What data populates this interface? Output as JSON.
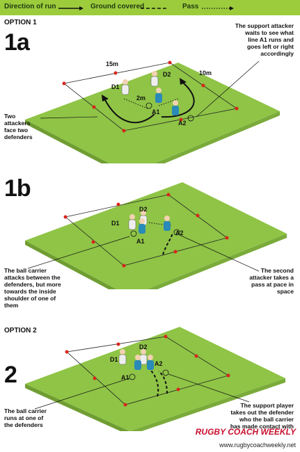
{
  "legend": {
    "direction": "Direction of run",
    "ground": "Ground covered",
    "pass": "Pass"
  },
  "option1_label": "OPTION 1",
  "option2_label": "OPTION 2",
  "diagram_1a": {
    "id": "1a",
    "size_top": "15m",
    "size_right": "10m",
    "size_inner": "2m",
    "players": [
      "D1",
      "D2",
      "A1",
      "A2"
    ],
    "note_left": "Two attackers face two defenders",
    "note_right": "The support attacker waits to see what line A1 runs and goes left or right accordingly"
  },
  "diagram_1b": {
    "id": "1b",
    "players": [
      "D1",
      "D2",
      "A1",
      "A2"
    ],
    "note_left": "The ball carrier attacks between the defenders, but more towards the inside shoulder of one of them",
    "note_right": "The second attacker takes a pass at pace in space"
  },
  "diagram_2": {
    "id": "2",
    "players": [
      "D1",
      "D2",
      "A1",
      "A2"
    ],
    "note_left": "The ball carrier runs at one of the defenders",
    "note_right": "The support player takes out the defender who the ball carrier has made contact with"
  },
  "brand": "RUGBY COACH WEEKLY",
  "url": "www.rugbycoachweekly.net",
  "colors": {
    "pitch": "#8fc446",
    "legend_bar": "#9ccc3c",
    "cone": "#d8261c",
    "attacker": "#2a8ab8",
    "defender": "#eeeeee"
  }
}
